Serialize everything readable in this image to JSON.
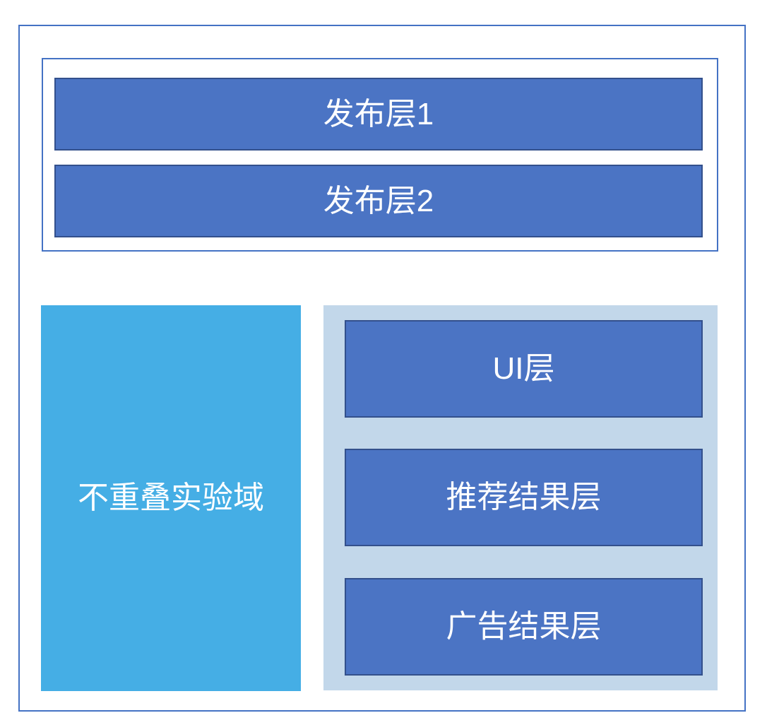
{
  "colors": {
    "outer_border": "#4472C4",
    "container_border": "#4472C4",
    "bar_fill": "#4B74C4",
    "bar_border": "#33508C",
    "cyan_fill": "#45AEE5",
    "light_panel_fill": "#C2D7EA",
    "text": "#FFFFFF",
    "background": "#FFFFFF"
  },
  "release_layers": [
    {
      "label": "发布层1"
    },
    {
      "label": "发布层2"
    }
  ],
  "non_overlapping_domain": {
    "label": "不重叠实验域"
  },
  "experiment_layers": [
    {
      "label": "UI层"
    },
    {
      "label": "推荐结果层"
    },
    {
      "label": "广告结果层"
    }
  ]
}
